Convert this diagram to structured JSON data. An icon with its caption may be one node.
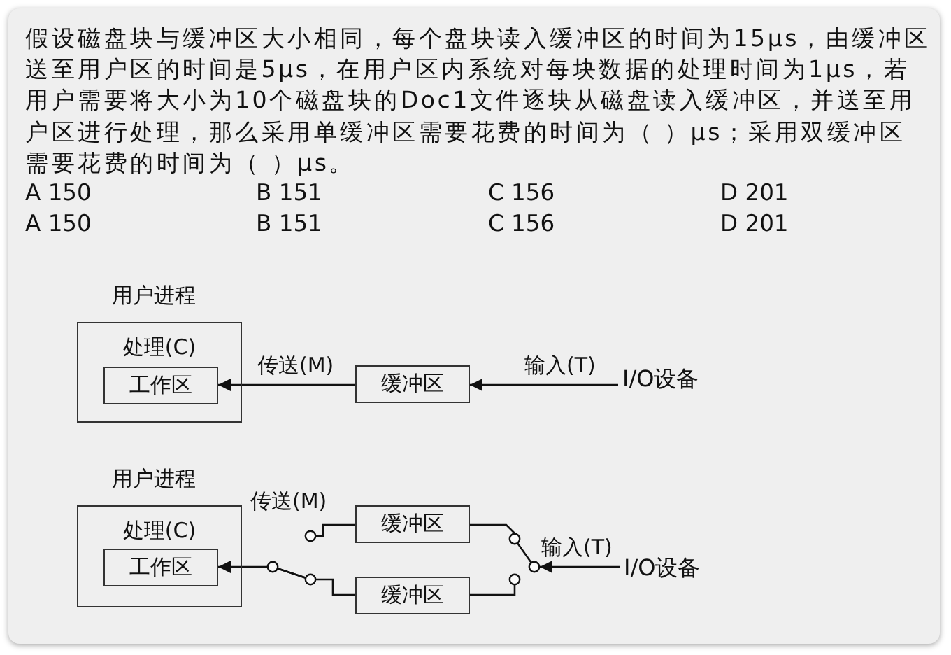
{
  "diagram": {
    "nodes": [
      {
        "text": [
          "用户进程",
          "处理(C)"
        ]
      },
      {
        "text": [
          "工作区"
        ],
        "in": 0
      },
      {
        "text": [
          "缓冲区"
        ]
      },
      {
        "text": [
          "I/O设备"
        ]
      },
      {
        "text": [
          "用户进程",
          "处理(C)"
        ]
      },
      {
        "text": [
          "工作区"
        ],
        "in": 4
      },
      {
        "text": [
          "缓冲区"
        ]
      },
      {
        "text": [
          "缓冲区"
        ]
      },
      {
        "text": [
          "I/O设备"
        ]
      }
    ],
    "edges": [
      {
        "from": 2,
        "to": 1,
        "arrow": "to",
        "label": "传送(M)"
      },
      {
        "from": 3,
        "to": 2,
        "arrow": "to",
        "label": "输入(T)"
      },
      {
        "from": 7,
        "to": 5,
        "arrow": "to",
        "label": "传送(M)"
      },
      {
        "from": 8,
        "to": null,
        "arrow": "to",
        "label": "输入(T)"
      }
    ],
    "labels": [
      "假设磁盘块与缓冲区大小相同，每个盘块读入缓冲区的时间为15μs，由缓冲区送至用户区的时间是5μs，在用户区内系统对每块数据的处理时间为1μs，若用户需要将大小为10个磁盘块的Doc1文件逐块从磁盘读入缓冲区，并送至用户区进行处理，那么采用单缓冲区需要花费的时间为（ ）μs；采用双缓冲区需要花费的时间为（ ）μs。",
      "A 150",
      "B 151",
      "C 156",
      "D 201",
      "A 150",
      "B 151",
      "C 156",
      "D 201"
    ]
  }
}
